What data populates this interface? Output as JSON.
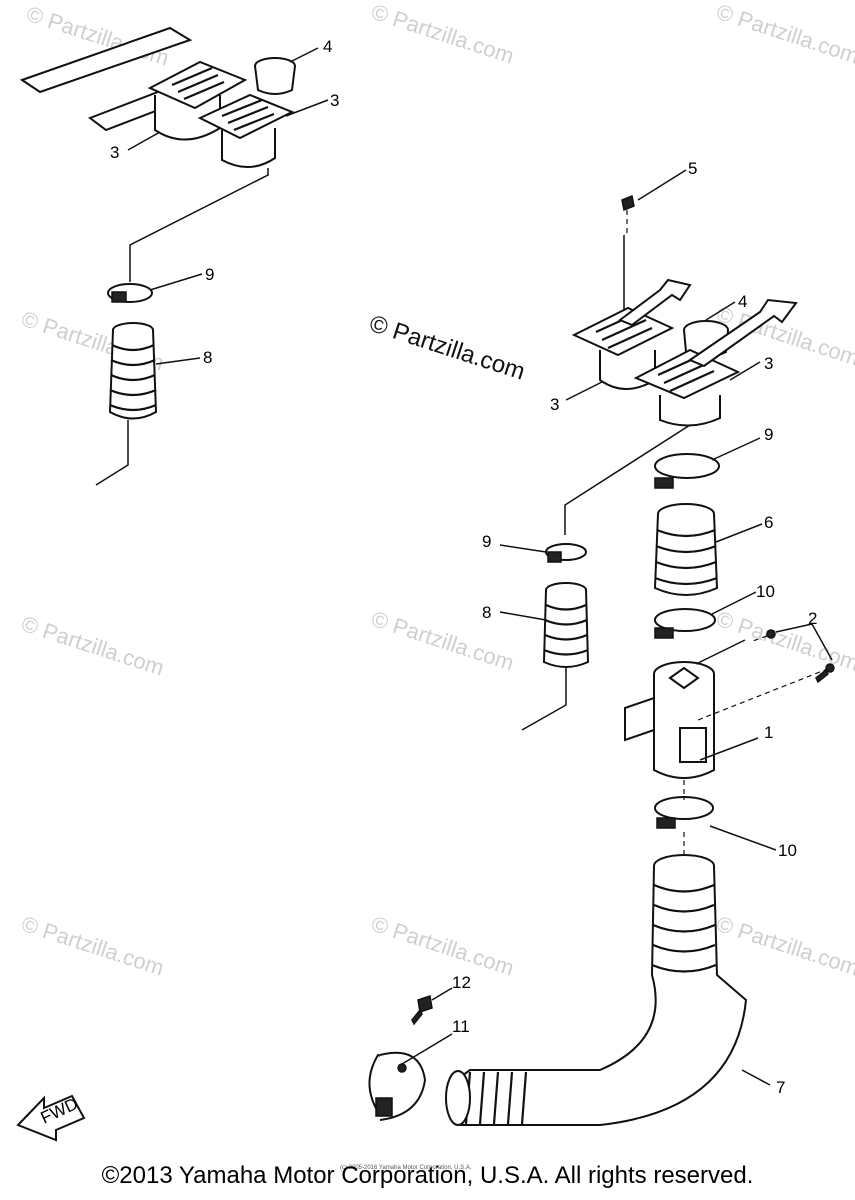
{
  "watermark": "© Partzilla.com",
  "callouts": {
    "c1": "1",
    "c2": "2",
    "c3": "3",
    "c4": "4",
    "c5": "5",
    "c6": "6",
    "c7": "7",
    "c8": "8",
    "c9": "9",
    "c10": "10",
    "c11": "11",
    "c12": "12"
  },
  "fwd_label": "FWD",
  "fineprint": "(c) 2005-2016 Yamaha Motor Corporation, U.S.A.",
  "copyright": "©2013 Yamaha Motor Corporation, U.S.A. All rights reserved."
}
